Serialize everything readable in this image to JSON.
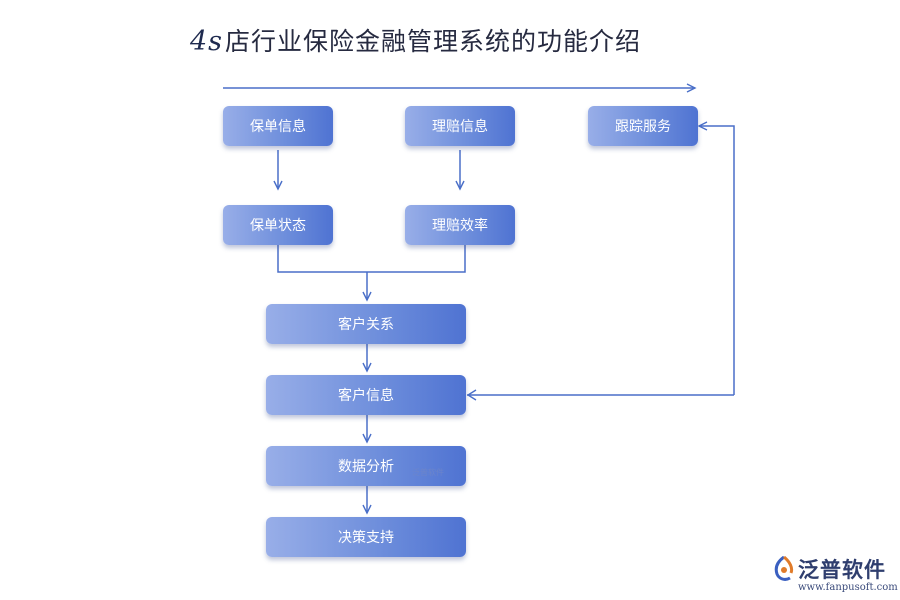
{
  "title": {
    "prefix": "4s",
    "text": "店行业保险金融管理系统的功能介绍"
  },
  "nodes": {
    "policy_info": "保单信息",
    "claims_info": "理赔信息",
    "follow_service": "跟踪服务",
    "policy_status": "保单状态",
    "claims_efficiency": "理赔效率",
    "customer_relations": "客户关系",
    "customer_info": "客户信息",
    "data_analysis": "数据分析",
    "decision_support": "决策支持"
  },
  "watermark": "泛普软件",
  "logo": {
    "name": "泛普软件",
    "url": "www.fanpusoft.com",
    "icon": "fanpu-logo-icon"
  },
  "colors": {
    "box_gradient_start": "#98aee8",
    "box_gradient_end": "#4f73d2",
    "connector": "#4a6fc8",
    "title": "#262a40"
  }
}
